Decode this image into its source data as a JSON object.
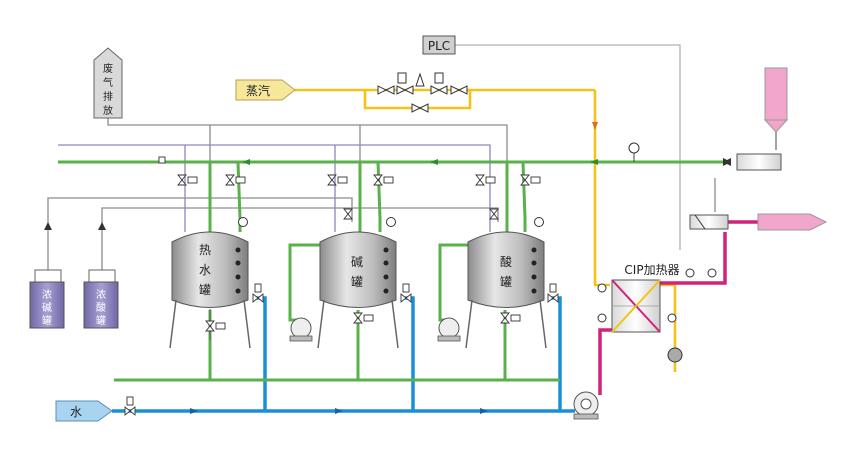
{
  "labels": {
    "plc": "PLC",
    "waste_gas": "废气排放",
    "steam": "蒸汽",
    "cip_heater": "CIP加热器",
    "hot_water_tank": "热水罐",
    "alkali_tank": "碱罐",
    "acid_tank": "酸罐",
    "conc_alkali_tank": "浓碱罐",
    "conc_acid_tank": "浓酸罐",
    "water": "水"
  },
  "colors": {
    "steam_line": "#f2c318",
    "water_line": "#1a8fd6",
    "return_line": "#5ab04a",
    "hot_line": "#d0237a",
    "pink_vessel": "#f2a6cc",
    "grey_line": "#8c8c8c",
    "purple_line": "#8b86c2",
    "tank_body": "#b8b8b8",
    "conc_tank": "#8f88c0"
  }
}
